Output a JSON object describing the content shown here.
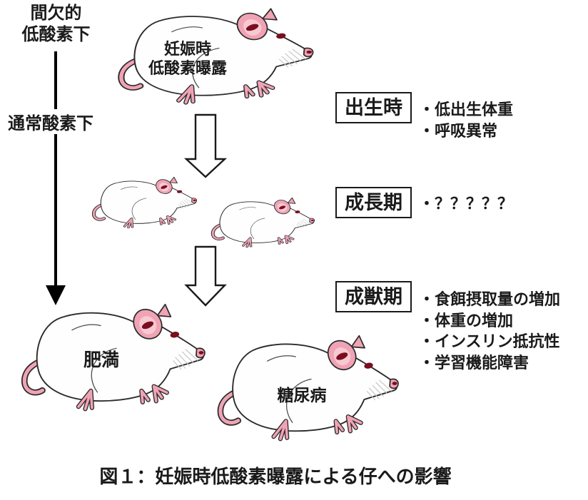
{
  "timeline": {
    "intermittent_hypoxia_line1": "間欠的",
    "intermittent_hypoxia_line2": "低酸素下",
    "normoxia_label": "通常酸素下"
  },
  "mother_rat": {
    "label_line1": "妊娠時",
    "label_line2": "低酸素曝露"
  },
  "offspring_outcomes": {
    "obesity_label": "肥満",
    "diabetes_label": "糖尿病"
  },
  "stages": [
    {
      "title": "出生時",
      "bullets": [
        "・低出生体重",
        "・呼吸異常"
      ]
    },
    {
      "title": "成長期",
      "bullets": [
        "・？？？？？"
      ]
    },
    {
      "title": "成獣期",
      "bullets": [
        "・食餌摂取量の増加",
        "・体重の増加",
        "・インスリン抵抗性",
        "・学習機能障害"
      ]
    }
  ],
  "caption": "図１：妊娠時低酸素曝露による仔への影響",
  "colors": {
    "rat_pink": "#F0A3B5",
    "rat_pink_light": "#F7C9D3",
    "rat_dark_red": "#7A0E1E",
    "outline": "#2B2B2B",
    "text": "#1A1A1A"
  }
}
